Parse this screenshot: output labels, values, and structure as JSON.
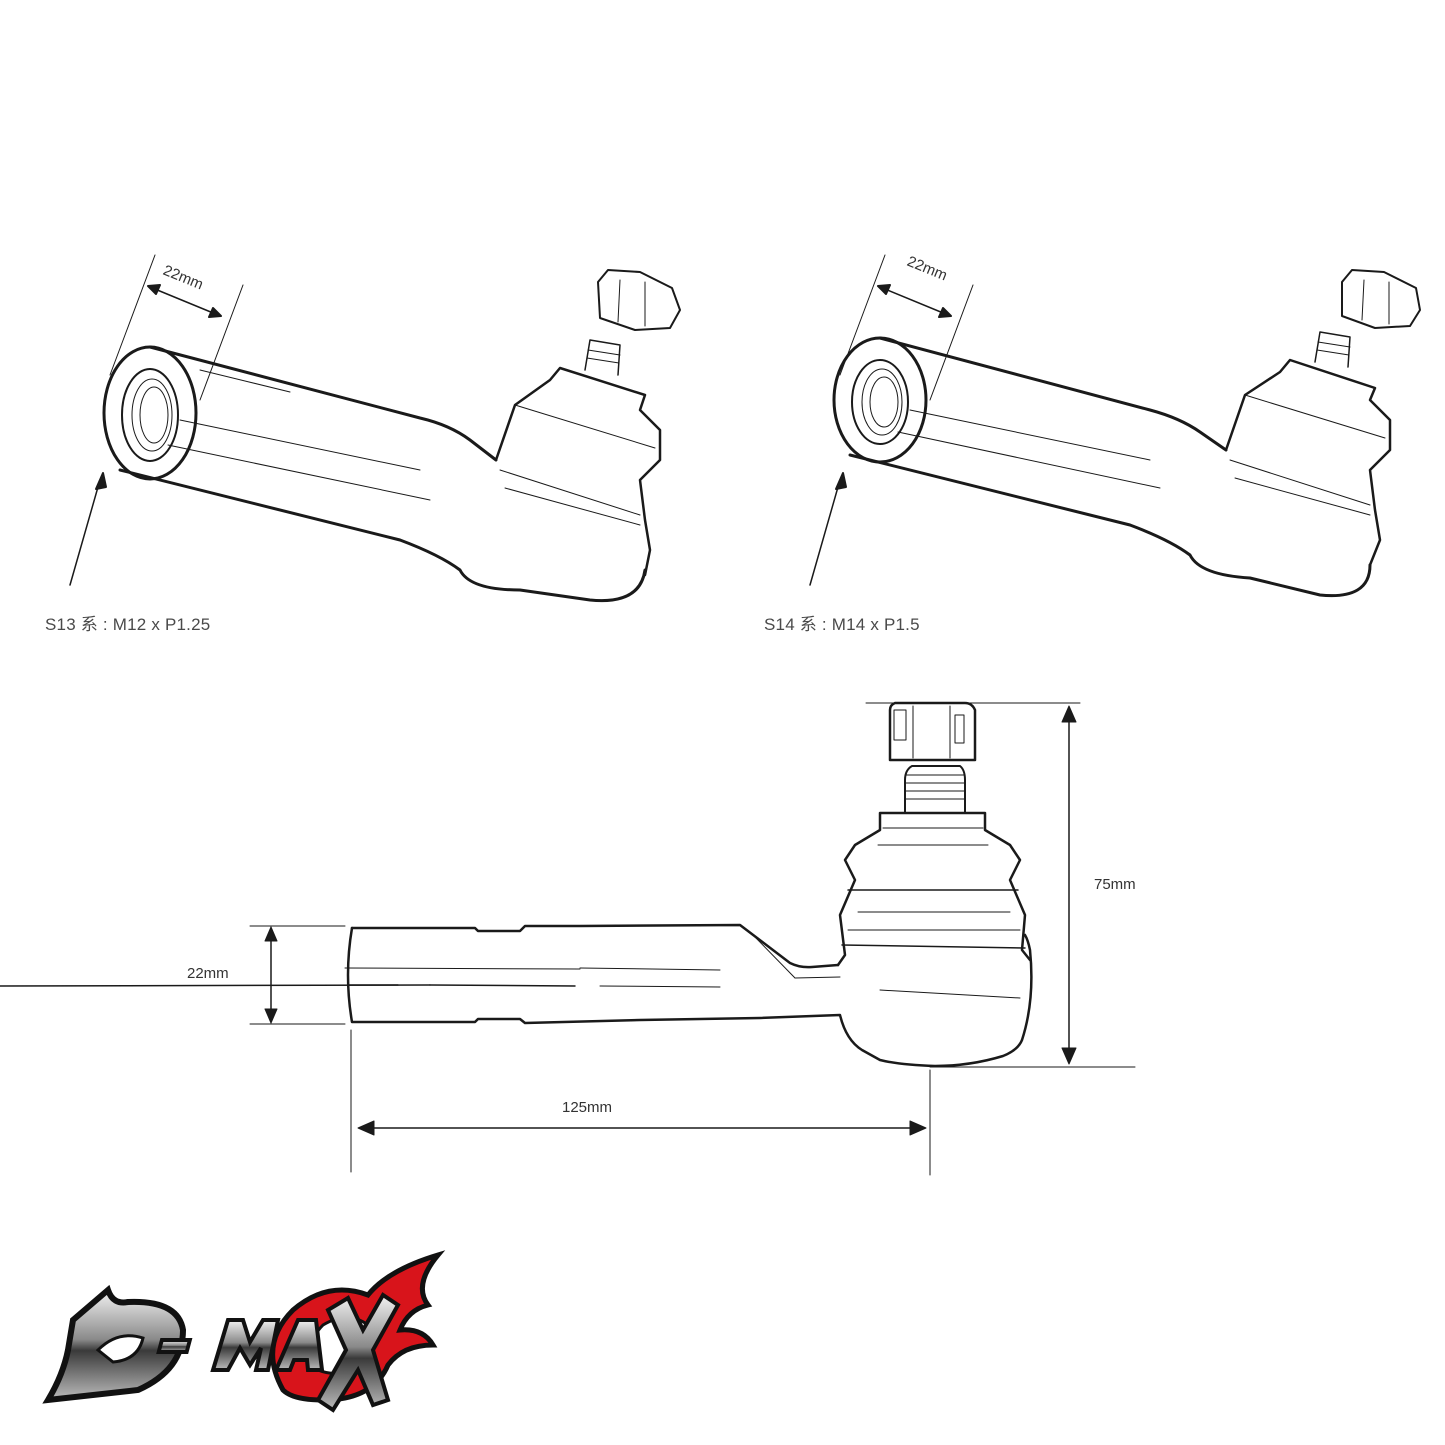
{
  "figures": [
    {
      "id": "s13",
      "caption": "S13 系 : M12 x P1.25",
      "dimension_label": "22mm"
    },
    {
      "id": "s14",
      "caption": "S14 系 : M14 x P1.5",
      "dimension_label": "22mm"
    },
    {
      "id": "side-view",
      "height_label": "75mm",
      "shaft_diameter_label": "22mm",
      "length_label": "125mm"
    }
  ],
  "brand": {
    "name": "D-MAX",
    "colors": {
      "red": "#d8141b",
      "black": "#111111",
      "silver": "#9a9a9a"
    }
  },
  "colors": {
    "line": "#1a1a1a",
    "background": "#ffffff"
  }
}
